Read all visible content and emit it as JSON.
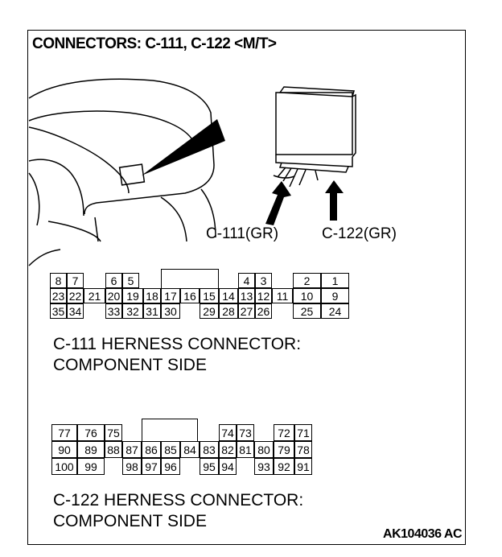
{
  "title": "CONNECTORS: C-111, C-122 <M/T>",
  "illustration": {
    "label_c111": "C-111(GR)",
    "label_c122": "C-122(GR)"
  },
  "connector_c111": {
    "caption_line1": "C-111 HERNESS CONNECTOR:",
    "caption_line2": "COMPONENT SIDE",
    "row1": [
      "8",
      "7",
      "6",
      "5",
      "4",
      "3",
      "2",
      "1"
    ],
    "row2": [
      "23",
      "22",
      "21",
      "20",
      "19",
      "18",
      "17",
      "16",
      "15",
      "14",
      "13",
      "12",
      "11",
      "10",
      "9"
    ],
    "row3": [
      "35",
      "34",
      "33",
      "32",
      "31",
      "30",
      "29",
      "28",
      "27",
      "26",
      "25",
      "24"
    ]
  },
  "connector_c122": {
    "caption_line1": "C-122 HERNESS CONNECTOR:",
    "caption_line2": "COMPONENT SIDE",
    "row1": [
      "77",
      "76",
      "75",
      "74",
      "73",
      "72",
      "71"
    ],
    "row2": [
      "90",
      "89",
      "88",
      "87",
      "86",
      "85",
      "84",
      "83",
      "82",
      "81",
      "80",
      "79",
      "78"
    ],
    "row3": [
      "100",
      "99",
      "98",
      "97",
      "96",
      "95",
      "94",
      "93",
      "92",
      "91"
    ]
  },
  "figure_code": "AK104036 AC"
}
